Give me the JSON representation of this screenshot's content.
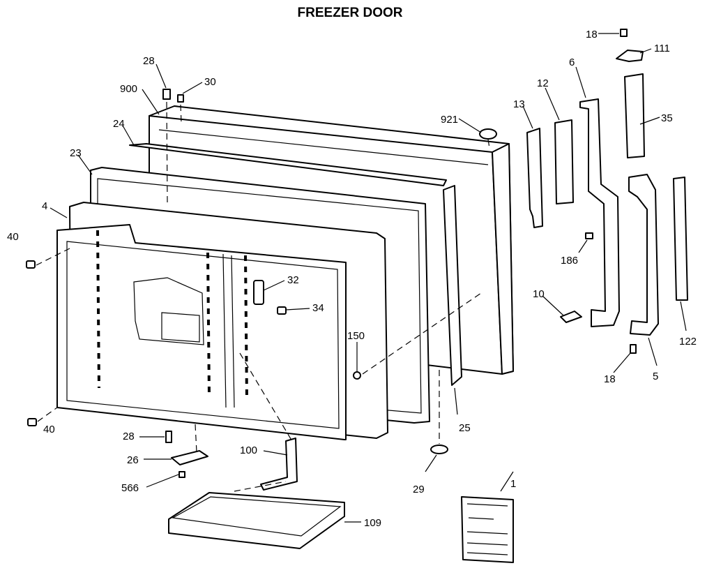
{
  "title": "FREEZER DOOR",
  "callouts": {
    "c18a": "18",
    "c111": "111",
    "c28a": "28",
    "c30": "30",
    "c900": "900",
    "c6": "6",
    "c12": "12",
    "c13": "13",
    "c35": "35",
    "c921": "921",
    "c24": "24",
    "c23": "23",
    "c4": "4",
    "c40a": "40",
    "c32": "32",
    "c34": "34",
    "c186": "186",
    "c10": "10",
    "c150": "150",
    "c122": "122",
    "c18b": "18",
    "c5": "5",
    "c28b": "28",
    "c40b": "40",
    "c25": "25",
    "c26": "26",
    "c100": "100",
    "c566": "566",
    "c29": "29",
    "c1": "1",
    "c109": "109"
  }
}
